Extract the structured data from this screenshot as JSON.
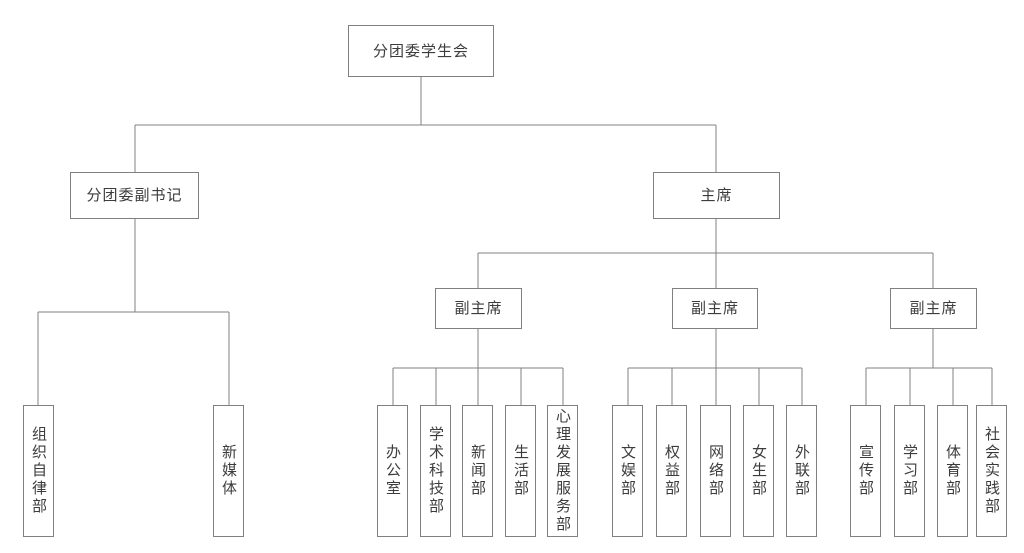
{
  "page": {
    "background": "#ffffff",
    "line_color": "#808080",
    "box_border_color": "#808080",
    "text_color": "#3c3c3c"
  },
  "org_chart": {
    "type": "organization-tree",
    "root": {
      "label": "分团委学生会"
    },
    "branches": [
      {
        "label": "分团委副书记",
        "departments": [
          {
            "label": "组织自律部"
          },
          {
            "label": "新媒体"
          }
        ]
      },
      {
        "label": "主席",
        "vice_chairs": [
          {
            "label": "副主席",
            "departments": [
              {
                "label": "办公室"
              },
              {
                "label": "学术科技部"
              },
              {
                "label": "新闻部"
              },
              {
                "label": "生活部"
              },
              {
                "label": "心理发展服务部"
              }
            ]
          },
          {
            "label": "副主席",
            "departments": [
              {
                "label": "文娱部"
              },
              {
                "label": "权益部"
              },
              {
                "label": "网络部"
              },
              {
                "label": "女生部"
              },
              {
                "label": "外联部"
              }
            ]
          },
          {
            "label": "副主席",
            "departments": [
              {
                "label": "宣传部"
              },
              {
                "label": "学习部"
              },
              {
                "label": "体育部"
              },
              {
                "label": "社会实践部"
              }
            ]
          }
        ]
      }
    ]
  }
}
